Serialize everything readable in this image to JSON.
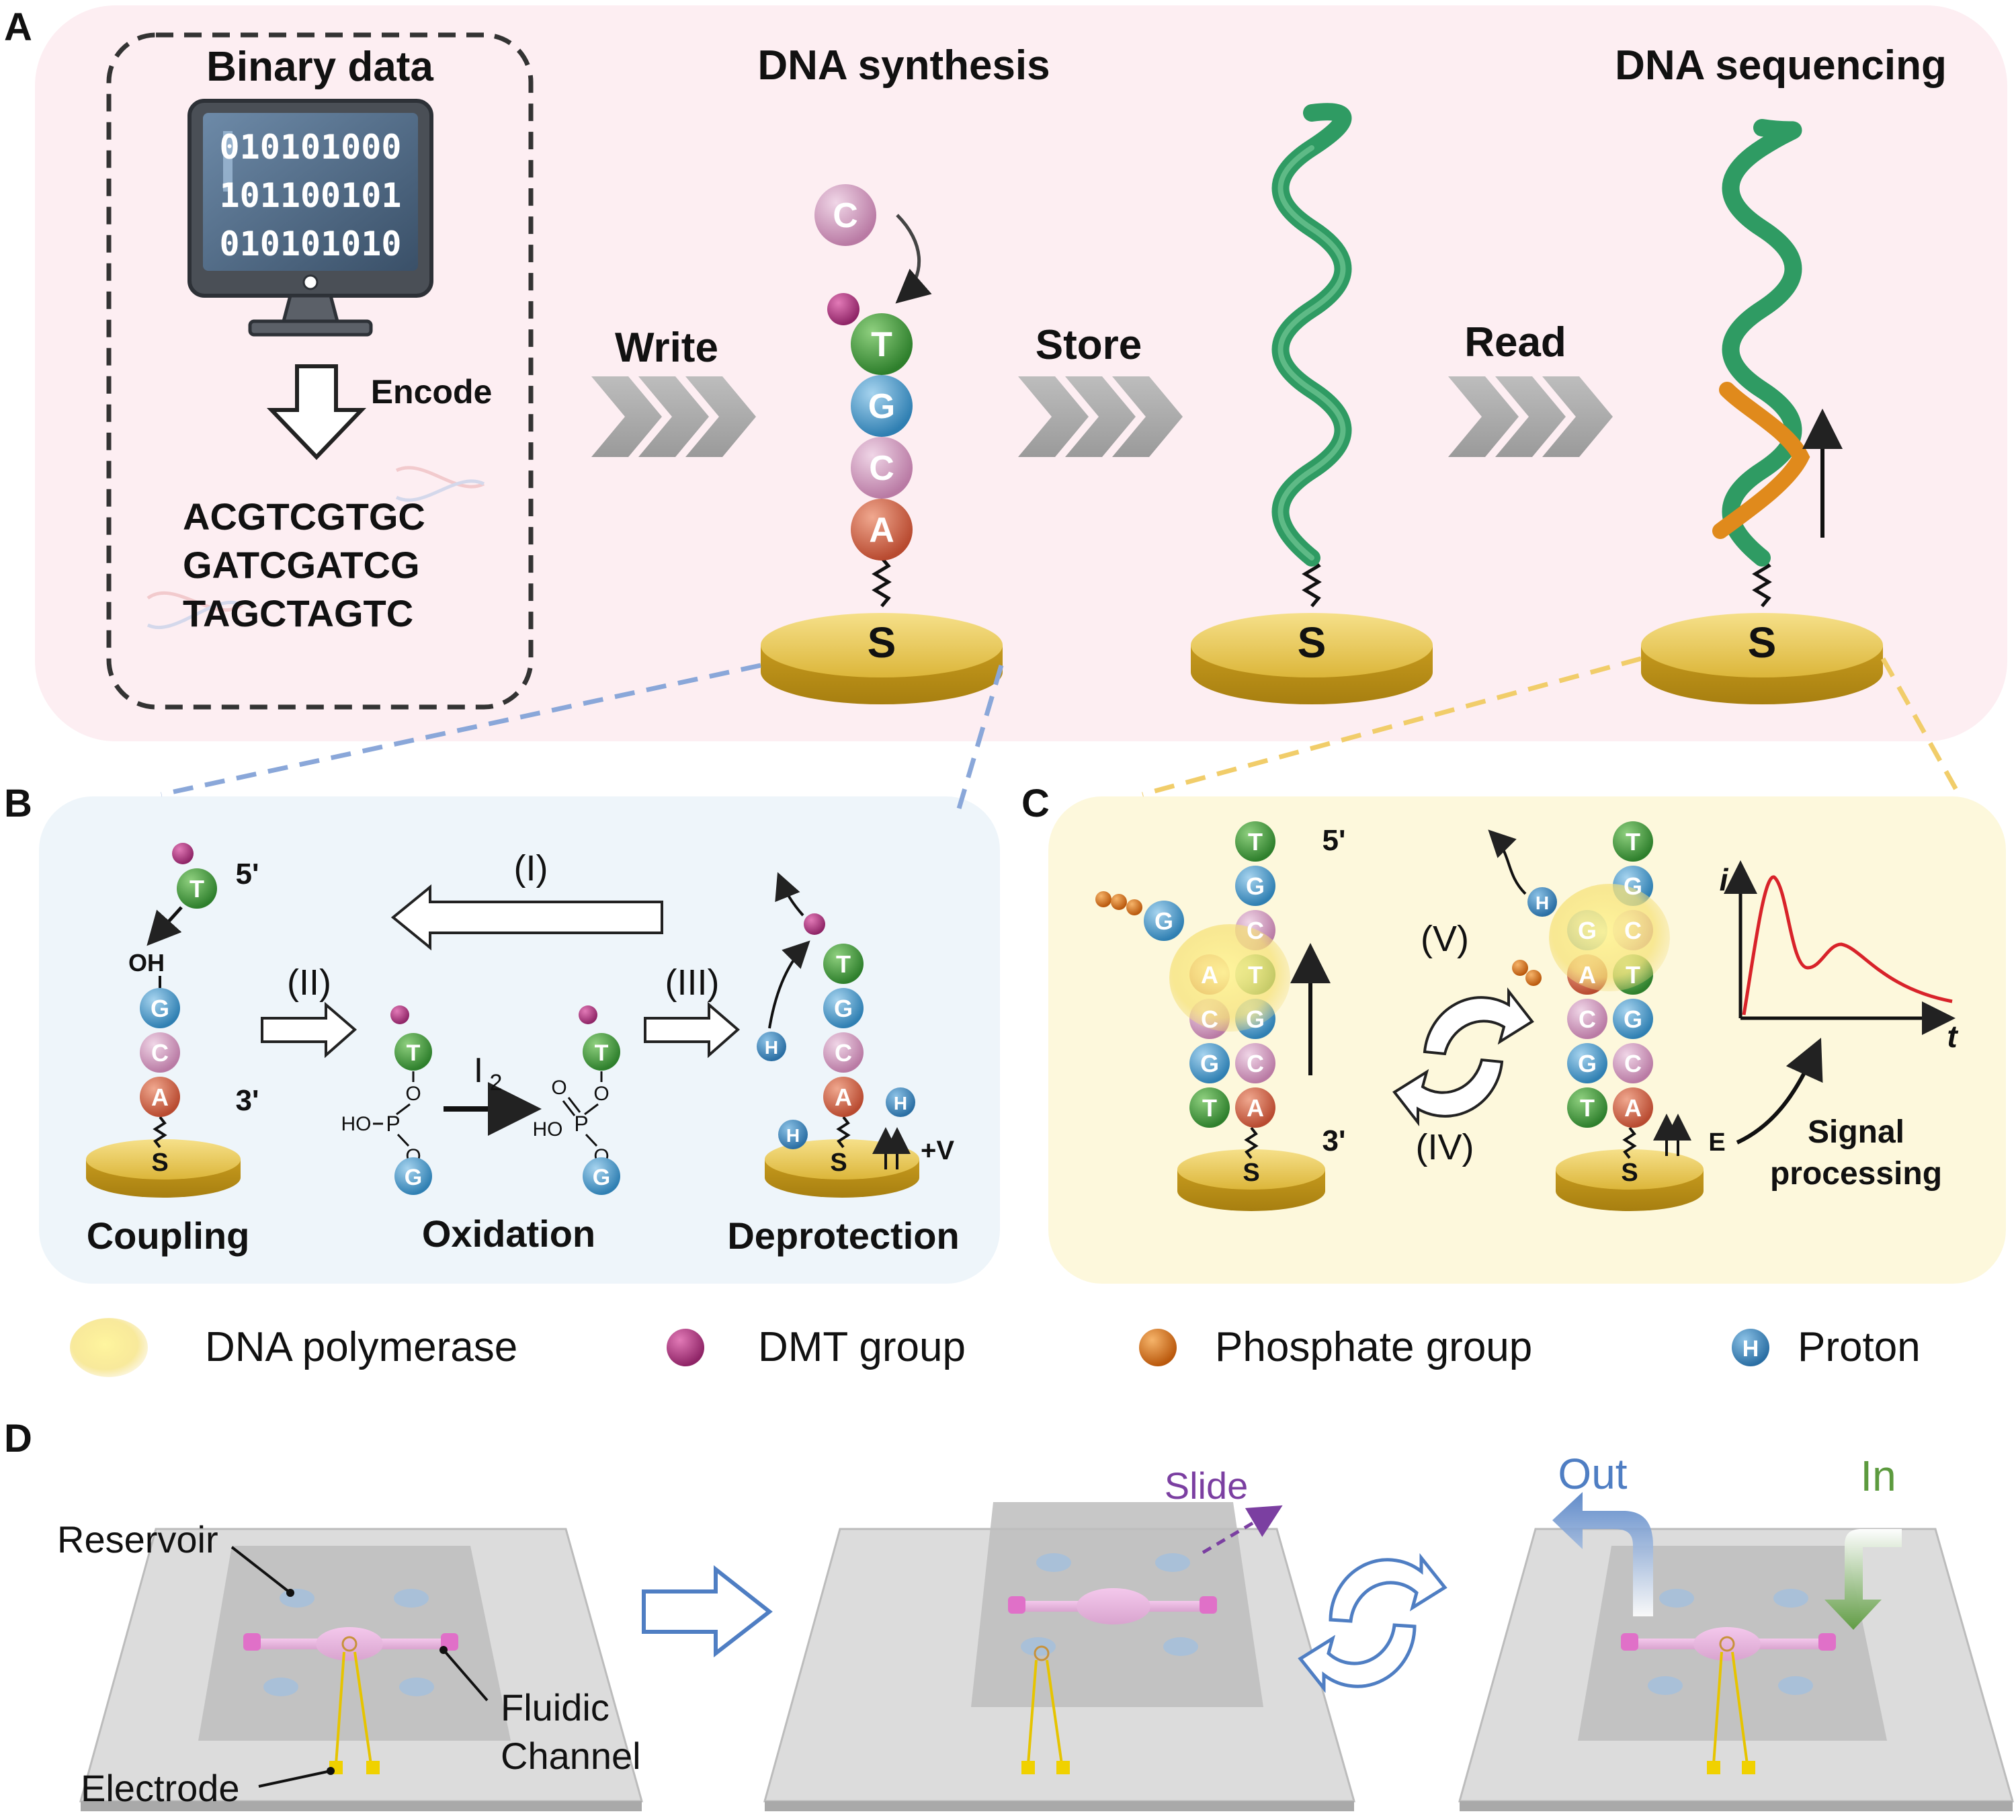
{
  "panels": {
    "A": {
      "letter": "A",
      "binary_title": "Binary data",
      "binary_lines": [
        "010101000",
        "101100101",
        "010101010"
      ],
      "encode_label": "Encode",
      "dna_lines": [
        "ACGTCGTGC",
        "GATCGATCG",
        "TAGCTAGTC"
      ],
      "synthesis_title": "DNA synthesis",
      "sequencing_title": "DNA sequencing",
      "write_label": "Write",
      "store_label": "Store",
      "read_label": "Read",
      "anchor_label": "S",
      "synth_bases": [
        "C",
        "T",
        "G",
        "C",
        "A"
      ]
    },
    "B": {
      "letter": "B",
      "step1": "(I)",
      "step2": "(II)",
      "step3": "(III)",
      "five_prime": "5'",
      "three_prime": "3'",
      "oh_label": "OH",
      "ho_label": "HO",
      "p_label": "P",
      "o_label": "O",
      "iodine_label": "I",
      "iodine_sub": "2",
      "plus_v": "+V",
      "coupling": "Coupling",
      "oxidation": "Oxidation",
      "deprotection": "Deprotection",
      "anchor_label": "S",
      "proton_label": "H"
    },
    "C": {
      "letter": "C",
      "five_prime": "5'",
      "three_prime": "3'",
      "step5": "(V)",
      "step4": "(IV)",
      "e_label": "E",
      "signal_line1": "Signal",
      "signal_line2": "processing",
      "i_axis": "i",
      "t_axis": "t",
      "anchor_label": "S",
      "proton_label": "H",
      "free_base": "G"
    },
    "D": {
      "letter": "D",
      "reservoir": "Reservoir",
      "fluidic1": "Fluidic",
      "fluidic2": "Channel",
      "electrode": "Electrode",
      "slide": "Slide",
      "out": "Out",
      "in": "In"
    }
  },
  "legend": {
    "polymerase": "DNA polymerase",
    "dmt": "DMT group",
    "phosphate": "Phosphate group",
    "proton": "Proton",
    "proton_symbol": "H"
  },
  "colors": {
    "panel_a_bg": "#fdeef2",
    "panel_b_bg": "#eef5fa",
    "panel_c_bg": "#fdf8dc",
    "base_T": "#3f9a3a",
    "base_G": "#4c9ed0",
    "base_C": "#d7a2c6",
    "base_A": "#d9694d",
    "dmt": "#b03a84",
    "phosphate": "#de7a1e",
    "proton": "#3e86bf",
    "helix": "#2f9b63",
    "primer": "#e08a1c",
    "gold": "#e0be3c",
    "signal_curve": "#d8232a",
    "blue_dashed": "#8aa7d9",
    "yellow_dashed": "#f1cd6a",
    "slide_purple": "#7b3fa1",
    "out_blue": "#4f7ec3",
    "in_green": "#5c9a3e"
  },
  "icons": {
    "monitor": "monitor-icon",
    "encode_arrow": "down-arrow-icon",
    "chevrons": "triple-chevron-icon",
    "cycle": "cycle-arrows-icon"
  }
}
